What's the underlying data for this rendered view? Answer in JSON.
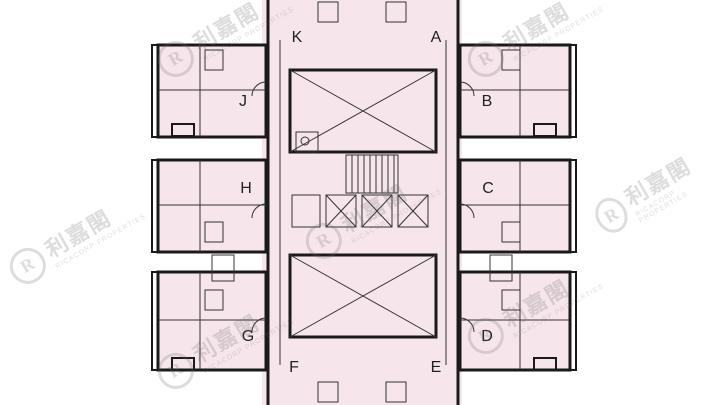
{
  "units": {
    "A": "A",
    "B": "B",
    "C": "C",
    "D": "D",
    "E": "E",
    "F": "F",
    "G": "G",
    "H": "H",
    "J": "J",
    "K": "K"
  },
  "watermark": {
    "logo": "R",
    "brand_cn": "利嘉閣",
    "brand_en": "RICACORP PROPERTIES"
  },
  "colors": {
    "floor_fill": "#f6e6ec",
    "wall": "#1a1a1a",
    "line": "#333333"
  }
}
